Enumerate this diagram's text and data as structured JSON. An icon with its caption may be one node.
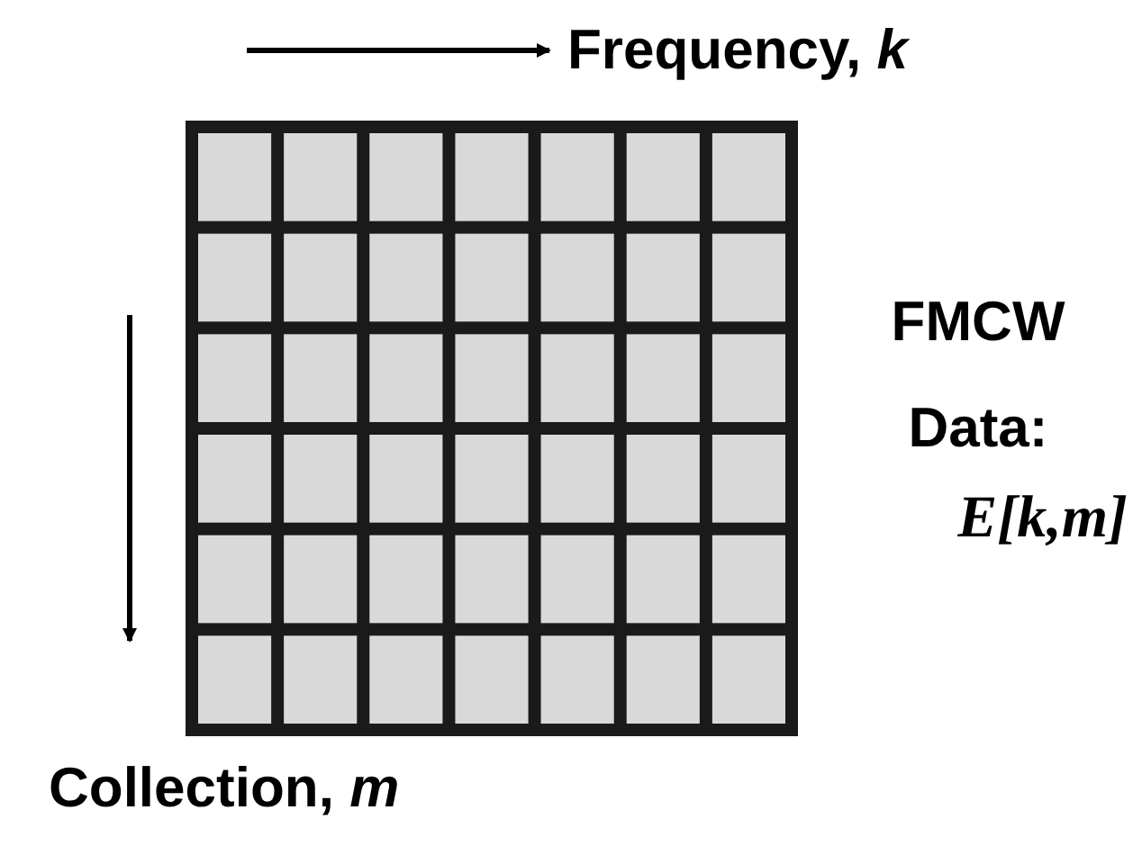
{
  "diagram": {
    "labels": [
      "Frequency, *k*",
      "FMCW Data:",
      "E[k,m]",
      "Collection, *m*"
    ]
  }
}
